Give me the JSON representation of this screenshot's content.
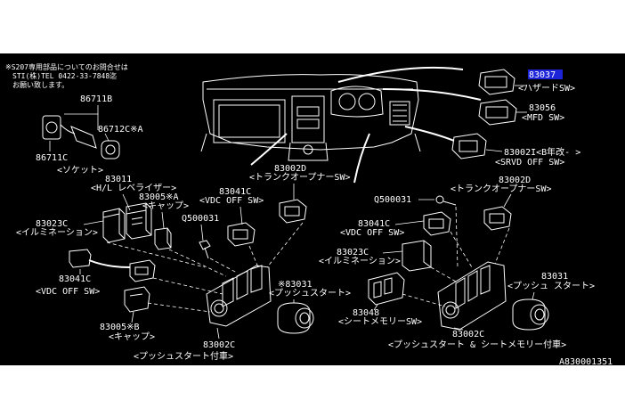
{
  "note": {
    "line1": "※S207専用部品についてのお問合せは",
    "line2": "STI(株)TEL 0422-33-7848迄",
    "line3": "お願い致します。"
  },
  "labels": {
    "p83037": "83037",
    "p83037_desc": "<ハザードSW>",
    "p83056": "83056",
    "p83056_desc": "<MFD SW>",
    "p83002i": "83002I<B年改- >",
    "p83002i_desc": "<SRVD OFF SW>",
    "p86711b": "86711B",
    "p86712c": "86712C※A",
    "p86711c": "86711C",
    "socket_desc": "<ソケット>",
    "p83011": "83011",
    "p83011_desc": "<H/L レベライザー>",
    "p83005a": "83005※A",
    "cap_desc_a": "<キャップ>",
    "p83041c_left": "83041C",
    "vdc_desc_left": "<VDC OFF SW>",
    "p83002d_left": "83002D",
    "trunk_desc_left": "<トランクオープナーSW>",
    "p83023c_left": "83023C",
    "illum_desc_left": "<イルミネーション>",
    "q500031_left": "Q500031",
    "p83041c_lower": "83041C",
    "vdc_desc_lower": "<VDC OFF SW>",
    "p83031_left": "※83031",
    "push_start_desc_left": "<プッシュスタート>",
    "p83005b": "83005※B",
    "cap_desc_b": "<キャップ>",
    "p83002c_left": "83002C",
    "push_start_assy_desc": "<プッシュスタート付車>",
    "p83002d_right": "83002D",
    "trunk_desc_right": "<トランクオープナーSW>",
    "q500031_right": "Q500031",
    "p83041c_right": "83041C",
    "vdc_desc_right": "<VDC OFF SW>",
    "p83023c_right": "83023C",
    "illum_desc_right": "<イルミネーション>",
    "p83031_right": "83031",
    "push_start_desc_right": "<プッシュ スタート>",
    "p83048": "83048",
    "seat_mem_desc": "<シートメモリーSW>",
    "p83002c_right": "83002C",
    "push_seat_assy_desc": "<プッシュスタート & シートメモリー付車>",
    "diagram_id": "A830001351"
  },
  "colors": {
    "background": "#000000",
    "line": "#ffffff",
    "highlight": "#1d24d8",
    "page": "#ffffff"
  }
}
